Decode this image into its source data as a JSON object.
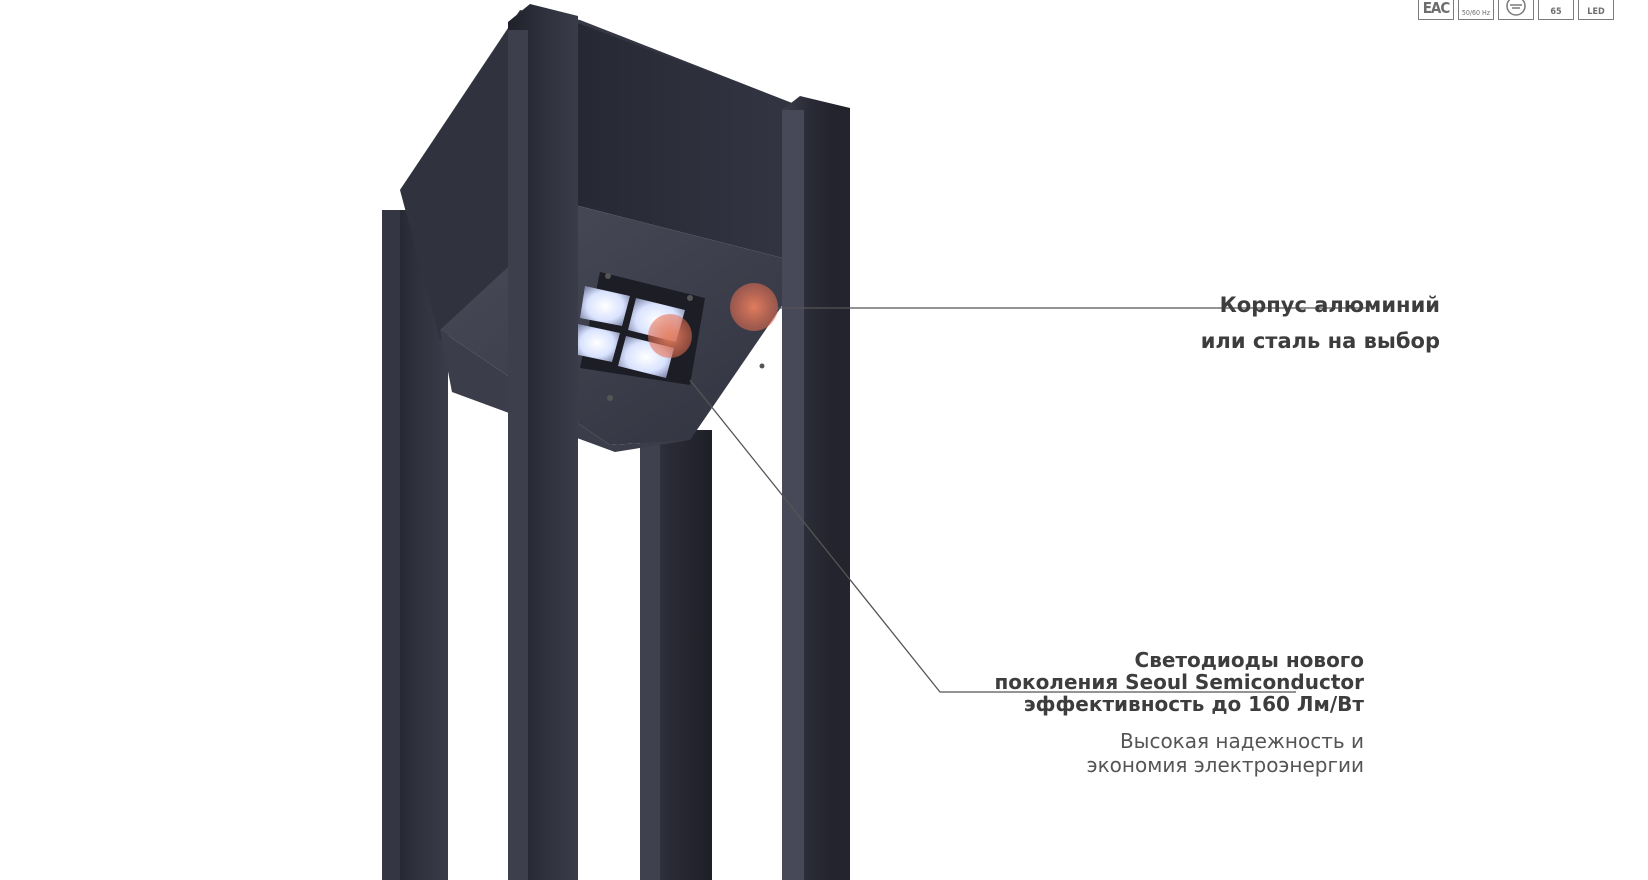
{
  "certifications": [
    {
      "label": "EAC"
    },
    {
      "label": "50/60 Hz"
    },
    {
      "label": ""
    },
    {
      "label": "65"
    },
    {
      "label": "LED"
    }
  ],
  "callouts": {
    "housing": {
      "line1": "Корпус алюминий",
      "line2": "или сталь на выбор"
    },
    "leds": {
      "line1": "Светодиоды нового",
      "line2": "поколения Seoul Semiconductor",
      "line3": "эффективность до 160 Лм/Вт",
      "desc1": "Высокая надежность и",
      "desc2": "экономия электроэнергии"
    }
  },
  "colors": {
    "body": "#2d2f3b",
    "highlight_dot": "#e26d52",
    "callout_line": "#555555"
  }
}
